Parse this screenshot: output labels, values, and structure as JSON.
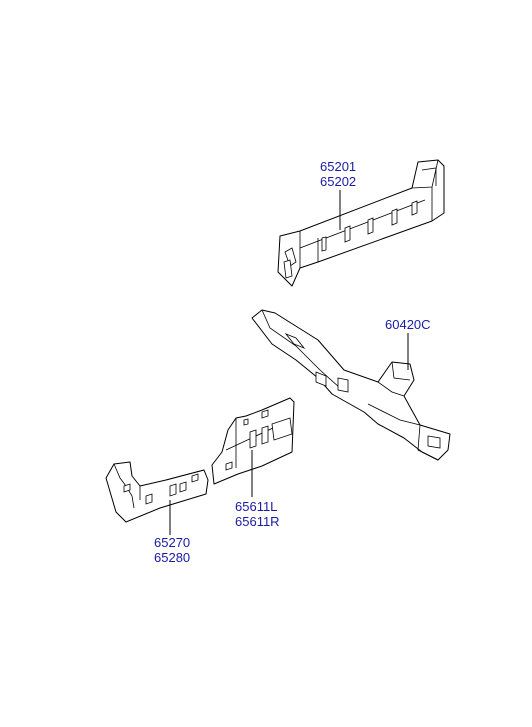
{
  "callouts": {
    "c1": {
      "line1": "65201",
      "line2": "65202"
    },
    "c2": {
      "line1": "60420C"
    },
    "c3": {
      "line1": "65611L",
      "line2": "65611R"
    },
    "c4": {
      "line1": "65270",
      "line2": "65280"
    }
  },
  "colors": {
    "label": "#1a1aa6",
    "line": "#000000",
    "background": "#ffffff"
  }
}
